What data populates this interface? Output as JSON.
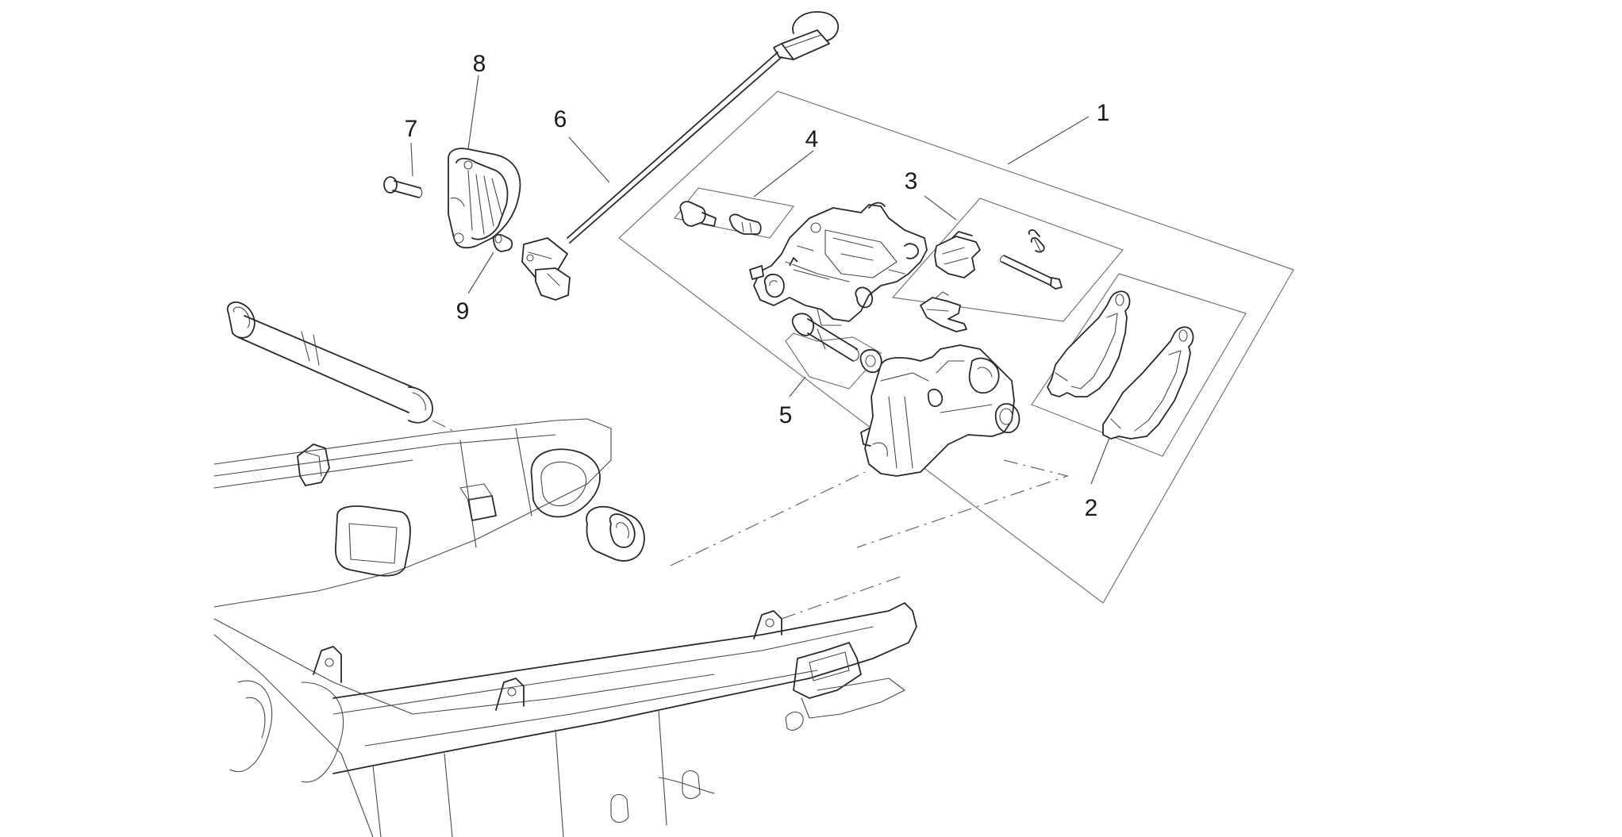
{
  "callouts": [
    {
      "id": "1",
      "label": "1"
    },
    {
      "id": "2",
      "label": "2"
    },
    {
      "id": "3",
      "label": "3"
    },
    {
      "id": "4",
      "label": "4"
    },
    {
      "id": "5",
      "label": "5"
    },
    {
      "id": "6",
      "label": "6"
    },
    {
      "id": "7",
      "label": "7"
    },
    {
      "id": "8",
      "label": "8"
    },
    {
      "id": "9",
      "label": "9"
    }
  ],
  "colors": {
    "background": "#ffffff",
    "linework": "#2a2a2a",
    "leader": "#555555"
  }
}
